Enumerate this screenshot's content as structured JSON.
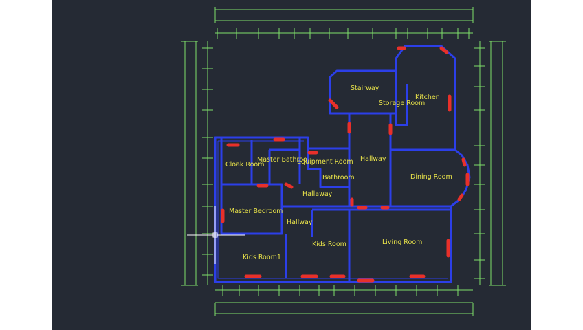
{
  "canvas": {
    "background": "#252a34",
    "wall_color": "#2c3fe8",
    "dimension_color": "#7fe06a",
    "window_color": "#e8302a",
    "label_color": "#e8e24a",
    "cursor_color": "#ffffff"
  },
  "rooms": [
    {
      "id": "stairway",
      "label": "Stairway"
    },
    {
      "id": "kitchen",
      "label": "Kitchen"
    },
    {
      "id": "storage-room",
      "label": "Storage Room"
    },
    {
      "id": "cloak-room",
      "label": "Cloak Room"
    },
    {
      "id": "master-bathroom",
      "label": "Master Bathroo"
    },
    {
      "id": "equipment-room",
      "label": "Equipment Room"
    },
    {
      "id": "hallway-right",
      "label": "Hallway"
    },
    {
      "id": "bathroom",
      "label": "Bathroom"
    },
    {
      "id": "dining-room",
      "label": "Dining Room"
    },
    {
      "id": "hallway-center",
      "label": "Hallaway"
    },
    {
      "id": "master-bedroom",
      "label": "Master Bedroom"
    },
    {
      "id": "hallway-small",
      "label": "Hallway"
    },
    {
      "id": "kids-room",
      "label": "Kids Room"
    },
    {
      "id": "living-room",
      "label": "Living Room"
    },
    {
      "id": "kids-room1",
      "label": "Kids Room1"
    }
  ],
  "tools": {
    "cursor": "crosshair-cursor-icon"
  }
}
